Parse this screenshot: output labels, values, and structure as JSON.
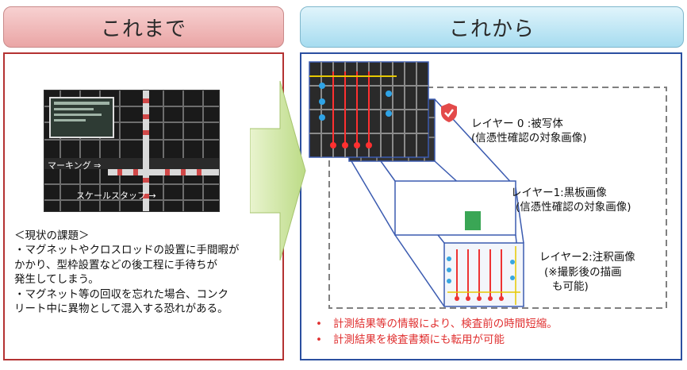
{
  "left": {
    "header": "これまで",
    "photo": {
      "marking_label": "マーキング ⇒",
      "staff_label": "スケールスタッフ →"
    },
    "issues": [
      "＜現状の課題＞",
      "・マグネットやクロスロッドの設置に手間暇が",
      "かかり、型枠設置などの後工程に手待ちが",
      "発生してしまう。",
      "・マグネット等の回収を忘れた場合、コンク",
      "リート中に異物として混入する恐れがある。"
    ]
  },
  "right": {
    "header": "これから",
    "layers": [
      {
        "title": "レイヤー 0 :被写体",
        "sub": "(信憑性確認の対象画像)"
      },
      {
        "title": "レイヤー1:黒板画像",
        "sub": "(信憑性確認の対象画像)"
      },
      {
        "title": "レイヤー2:注釈画像",
        "sub1": "(※撮影後の描画",
        "sub2": "も可能)"
      }
    ],
    "bullets": [
      "計測結果等の情報により、検査前の時間短縮。",
      "計測結果を検査書類にも転用が可能"
    ],
    "bullet_mark": "•",
    "colors": {
      "bullet_text": "#e03030",
      "left_border": "#b43232",
      "right_border": "#2b4fa0"
    },
    "icons": [
      "shield-check-icon",
      "arrow-right-icon"
    ]
  }
}
